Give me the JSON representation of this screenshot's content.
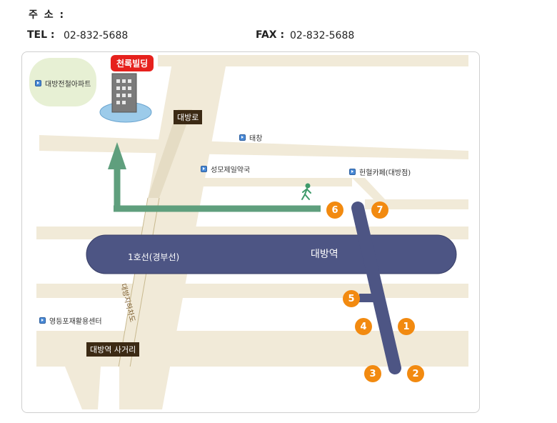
{
  "header": {
    "address_label": "주 소 :",
    "tel_label": "TEL :",
    "tel_value": "02-832-5688",
    "fax_label": "FAX :",
    "fax_value": "02-832-5688"
  },
  "map": {
    "building_label": "천록빌딩",
    "poi": {
      "apartment": "대방전철아파트",
      "taechang": "태창",
      "pharmacy": "성모제일약국",
      "cafe": "헌혈카페(대방점)",
      "recycle_center": "영등포재활용센터"
    },
    "road_labels": {
      "daebang_ro": "대방로",
      "underpass": "대방지하차도",
      "intersection": "대방역 사거리"
    },
    "rail": {
      "line_name": "1호선(경부선)",
      "station_name": "대방역"
    },
    "exits": [
      "1",
      "2",
      "3",
      "4",
      "5",
      "6",
      "7"
    ],
    "colors": {
      "road": "#f1ead8",
      "rail": "#4d5584",
      "route": "#5f9f7d",
      "exit": "#f28a10",
      "building_badge": "#e6211d",
      "park": "#e7f0d4"
    },
    "icons": [
      "building-icon",
      "walking-person-icon",
      "poi-bullet-icon",
      "route-arrow-icon"
    ]
  }
}
